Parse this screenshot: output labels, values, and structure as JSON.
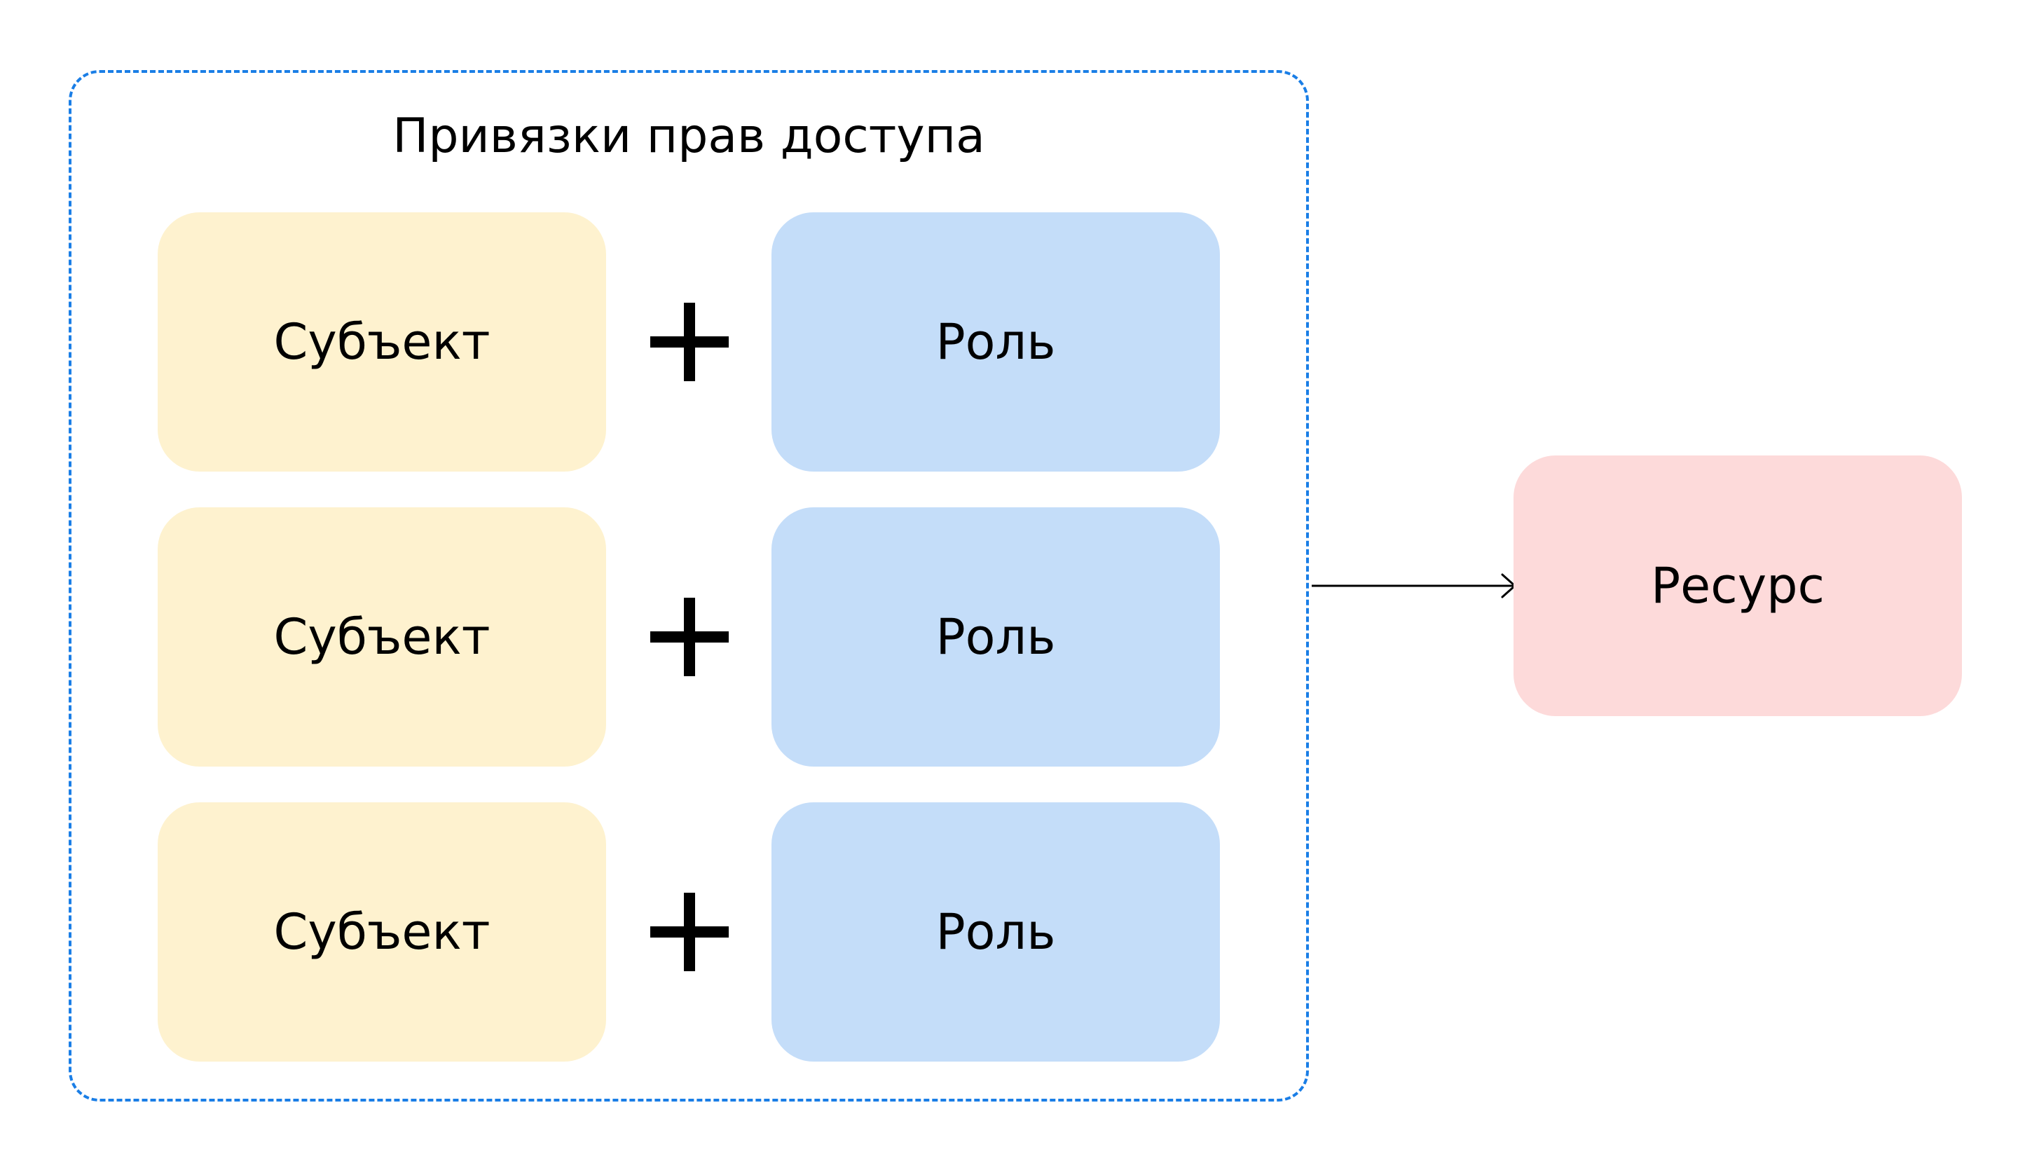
{
  "group": {
    "title": "Привязки прав доступа",
    "border_color": "#1a7ee6"
  },
  "rows": [
    {
      "subject": "Субъект",
      "role": "Роль"
    },
    {
      "subject": "Субъект",
      "role": "Роль"
    },
    {
      "subject": "Субъект",
      "role": "Роль"
    }
  ],
  "resource": {
    "label": "Ресурс"
  },
  "colors": {
    "subject_fill": "#fef2cf",
    "role_fill": "#c4ddf9",
    "resource_fill": "#fddada",
    "text": "#000000"
  },
  "icons": {
    "plus": "plus-icon",
    "arrow": "arrow-right-icon"
  }
}
